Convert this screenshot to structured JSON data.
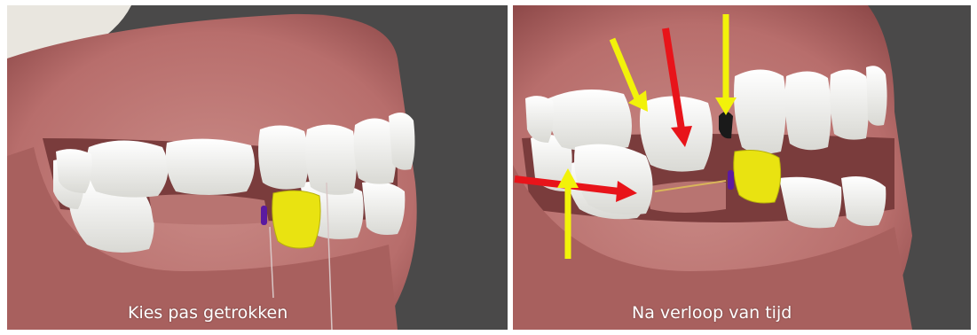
{
  "panels": [
    {
      "caption": "Kies pas getrokken"
    },
    {
      "caption": "Na verloop van tijd"
    }
  ],
  "colors": {
    "background_dark": "#4a4949",
    "gum": "#b86e6c",
    "gum_dark": "#8f4a4a",
    "tooth": "#eeeeea",
    "crown_yellow": "#e9e311",
    "marker_purple": "#5b1aa0",
    "arrow_red": "#e8141a",
    "arrow_yellow": "#f2f20a"
  },
  "arrows": [
    {
      "color": "yellow",
      "direction": "down-right"
    },
    {
      "color": "red",
      "direction": "down"
    },
    {
      "color": "yellow",
      "direction": "down"
    },
    {
      "color": "red",
      "direction": "right"
    },
    {
      "color": "yellow",
      "direction": "up"
    }
  ]
}
